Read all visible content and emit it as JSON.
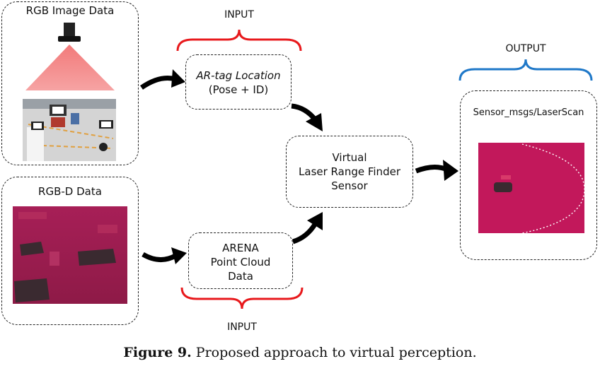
{
  "rgb_panel": {
    "title": "RGB Image Data"
  },
  "rgbd_panel": {
    "title": "RGB-D Data"
  },
  "input_top": {
    "label": "INPUT"
  },
  "input_bottom": {
    "label": "INPUT"
  },
  "output": {
    "label": "OUTPUT"
  },
  "artag_box": {
    "line1": "AR-tag Location",
    "line2": "(Pose + ID)"
  },
  "arena_box": {
    "line1": "ARENA",
    "line2": "Point Cloud",
    "line3": "Data"
  },
  "laser_box": {
    "line1": "Virtual",
    "line2": "Laser Range Finder",
    "line3": "Sensor"
  },
  "output_box": {
    "title": "Sensor_msgs/LaserScan"
  },
  "caption": {
    "figure": "Figure 9.",
    "text": "Proposed approach to virtual perception."
  },
  "colors": {
    "input_brace": "#e8191c",
    "output_brace": "#1f78c8",
    "laser_bg": "#c2185b",
    "rgbd_bg": "#a8204f",
    "cone": "#f07070"
  }
}
